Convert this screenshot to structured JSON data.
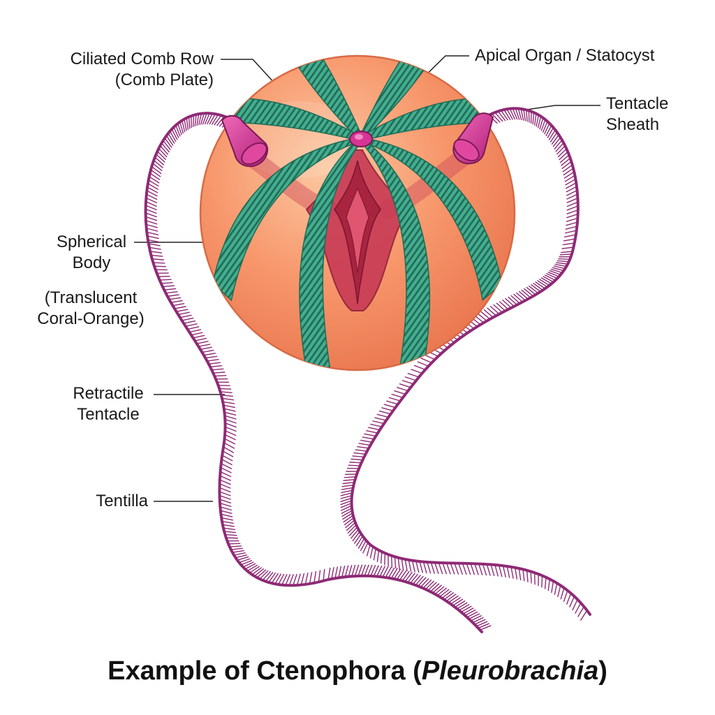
{
  "labels": {
    "comb_row": {
      "line1": "Ciliated Comb Row",
      "line2": "(Comb Plate)"
    },
    "apical": {
      "line1": "Apical Organ / Statocyst"
    },
    "sheath": {
      "line1": "Tentacle",
      "line2": "Sheath"
    },
    "body": {
      "line1": "Spherical",
      "line2": "Body"
    },
    "translucent": {
      "line1": "(Translucent",
      "line2": "Coral-Orange)"
    },
    "retractile": {
      "line1": "Retractile",
      "line2": "Tentacle"
    },
    "tentilla": {
      "line1": "Tentilla"
    }
  },
  "title": {
    "prefix": "Example of Ctenophora (",
    "italic": "Pleurobrachia",
    "suffix": ")"
  },
  "colors": {
    "body_light": "#fbb98f",
    "body_mid": "#f7946a",
    "body_dark": "#e8764f",
    "body_outline": "#d86a45",
    "comb_fill": "#3ea386",
    "comb_stripe": "#1d6b55",
    "tentacle": "#8e2a75",
    "sheath": "#d63596",
    "pharynx": "#c23650",
    "pharynx_dark": "#8e1e39"
  }
}
